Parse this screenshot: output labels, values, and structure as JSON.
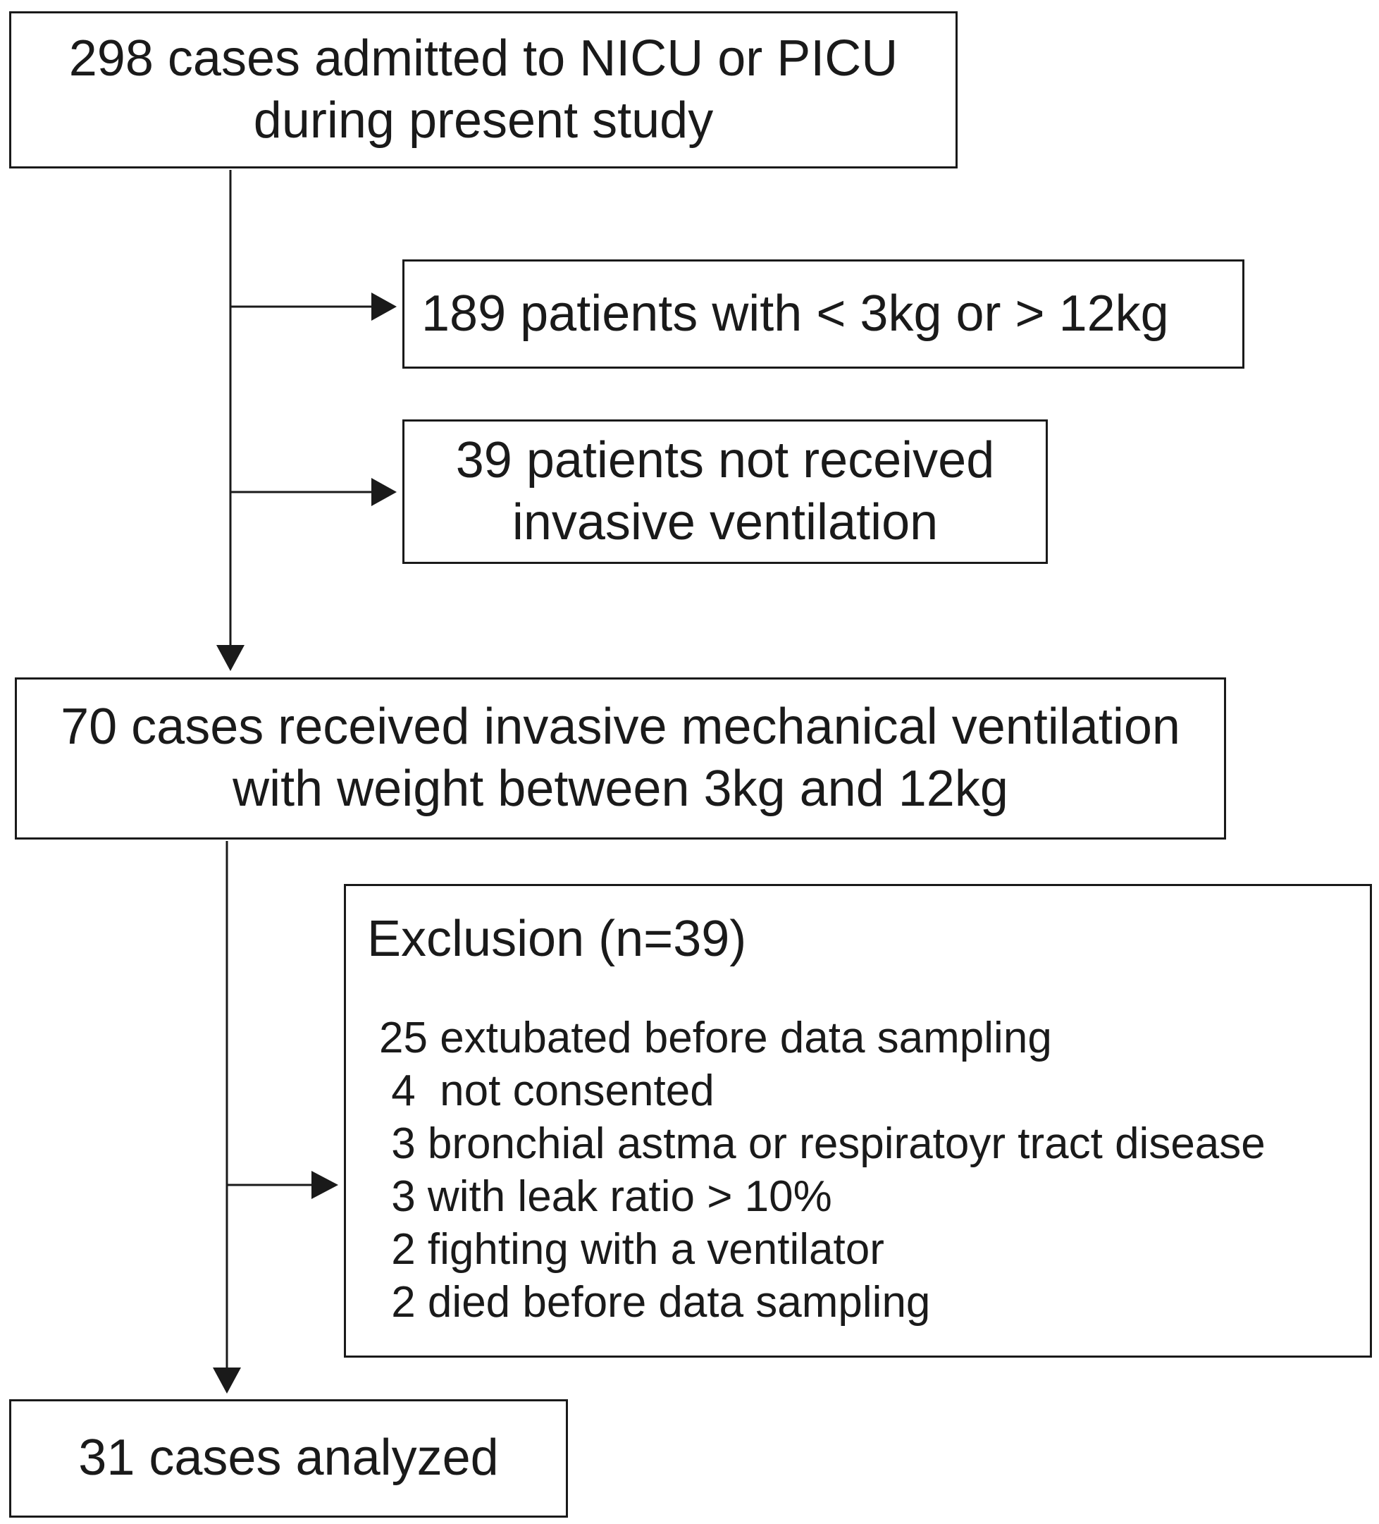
{
  "flowchart": {
    "total": {
      "line1": "298 cases admitted to NICU or PICU",
      "line2": "during present study"
    },
    "weight_excluded": {
      "text": "189 patients with < 3kg or > 12kg"
    },
    "no_ventilation": {
      "line1": "39 patients not received",
      "line2": "invasive ventilation"
    },
    "ventilated": {
      "line1": "70 cases received invasive mechanical ventilation",
      "line2": "with weight between 3kg and 12kg"
    },
    "exclusion": {
      "title": "Exclusion (n=39)",
      "items": [
        "25 extubated before data sampling",
        " 4  not consented",
        " 3 bronchial astma or respiratoyr tract disease",
        " 3 with leak ratio > 10%",
        " 2 fighting with a ventilator",
        " 2 died before data sampling"
      ]
    },
    "analyzed": {
      "text": "31 cases analyzed"
    }
  },
  "colors": {
    "stroke": "#1a1a1a",
    "background": "#ffffff"
  }
}
